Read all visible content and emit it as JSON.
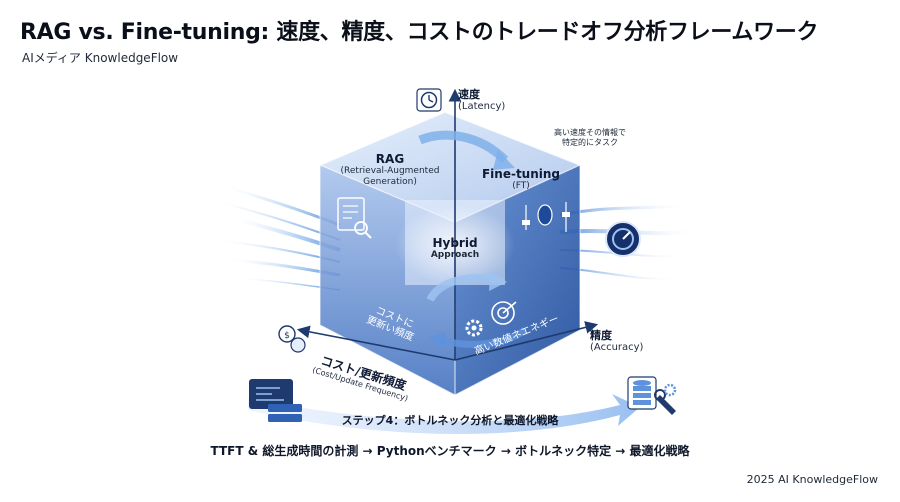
{
  "header": {
    "title": "RAG vs. Fine-tuning: 速度、精度、コストのトレードオフ分析フレームワーク",
    "subtitle": "AIメディア KnowledgeFlow"
  },
  "axes": {
    "latency": {
      "title": "速度",
      "sub": "(Latency)"
    },
    "accuracy": {
      "title": "精度",
      "sub": "(Accuracy)"
    },
    "cost": {
      "title": "コスト/更新頻度",
      "sub": "(Cost/Update Frequency)"
    }
  },
  "regions": {
    "rag": {
      "title": "RAG",
      "sub1": "(Retrieval-Augmented",
      "sub2": "Generation)"
    },
    "ft": {
      "title": "Fine-tuning",
      "sub": "(FT)"
    },
    "hybrid": {
      "title": "Hybrid",
      "sub": "Approach"
    }
  },
  "annotations": {
    "top_right_1": "高い速度その情報で",
    "top_right_2": "特定的にタスク",
    "cost_face_1": "コストに",
    "cost_face_2": "更新い頻度",
    "accuracy_face": "高い数値ネエネギー"
  },
  "step": {
    "label": "ステップ4：ボトルネック分析と最適化戦略"
  },
  "flow": {
    "text": "TTFT & 総生成時間の計測 → Pythonベンチマーク → ボトルネック特定 → 最適化戦略"
  },
  "footer": {
    "credit": "2025 AI KnowledgeFlow"
  },
  "colors": {
    "cube_top": "#b9cff0",
    "cube_left": "#7ea3da",
    "cube_right": "#2f62b5",
    "axis": "#1e3a6e",
    "arrow": "#7fb0ea",
    "accent_blue": "#1d4ed8"
  },
  "icons": [
    "clock-icon",
    "document-search-icon",
    "gauge-icon",
    "coin-icon",
    "target-icon",
    "gear-icon",
    "database-icon",
    "code-terminal-icon",
    "server-icon",
    "wrench-icon"
  ]
}
